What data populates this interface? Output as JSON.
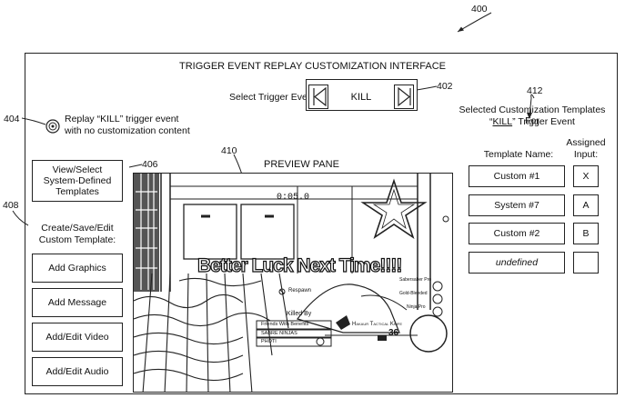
{
  "figure_number": "400",
  "refs": {
    "r402": "402",
    "r404": "404",
    "r406": "406",
    "r408": "408",
    "r410": "410",
    "r412": "412"
  },
  "interface_title": "TRIGGER EVENT REPLAY CUSTOMIZATION INTERFACE",
  "trigger_select": {
    "label": "Select Trigger Event:",
    "value": "KILL",
    "prev_icon": "prev-triangle-icon",
    "next_icon": "next-triangle-icon"
  },
  "replay_note": {
    "line1": "Replay “KILL” trigger event",
    "line2": "with no customization content",
    "icon": "target-circle-icon"
  },
  "selected_templates_label": {
    "line1": "Selected Customization Templates For",
    "line2_prefix": "“",
    "line2_kill": "KILL",
    "line2_suffix": "” Trigger Event"
  },
  "preview_label": "PREVIEW PANE",
  "left_panel": {
    "system_button": [
      "View/Select",
      "System-Defined",
      "Templates"
    ],
    "custom_heading": [
      "Create/Save/Edit",
      "Custom Template:"
    ],
    "buttons": [
      "Add Graphics",
      "Add Message",
      "Add/Edit Video",
      "Add/Edit Audio"
    ]
  },
  "right_panel": {
    "header_name": "Template Name:",
    "header_input": [
      "Assigned",
      "Input:"
    ],
    "rows": [
      {
        "name": "Custom #1",
        "input": "X",
        "italic": false
      },
      {
        "name": "System #7",
        "input": "A",
        "italic": false
      },
      {
        "name": "Custom #2",
        "input": "B",
        "italic": false
      },
      {
        "name": "undefined",
        "input": "",
        "italic": true
      }
    ]
  },
  "game": {
    "timer": "0:05.0",
    "message": "Better Luck Next Time!!!!",
    "respawn": "Respawn",
    "killed_by": "Killed By",
    "killer_name": "Friends With Benefits",
    "killer_team": "SABRE NINJAS",
    "rank_label": "PHOTI",
    "weapon": "Hakaur Tactical Knife",
    "ammo": "36",
    "side_labels": [
      "Sabersaber Pro",
      "Gold-Bleeded",
      "Ninja Pro"
    ]
  },
  "colors": {
    "line": "#222222",
    "paper": "#ffffff"
  }
}
